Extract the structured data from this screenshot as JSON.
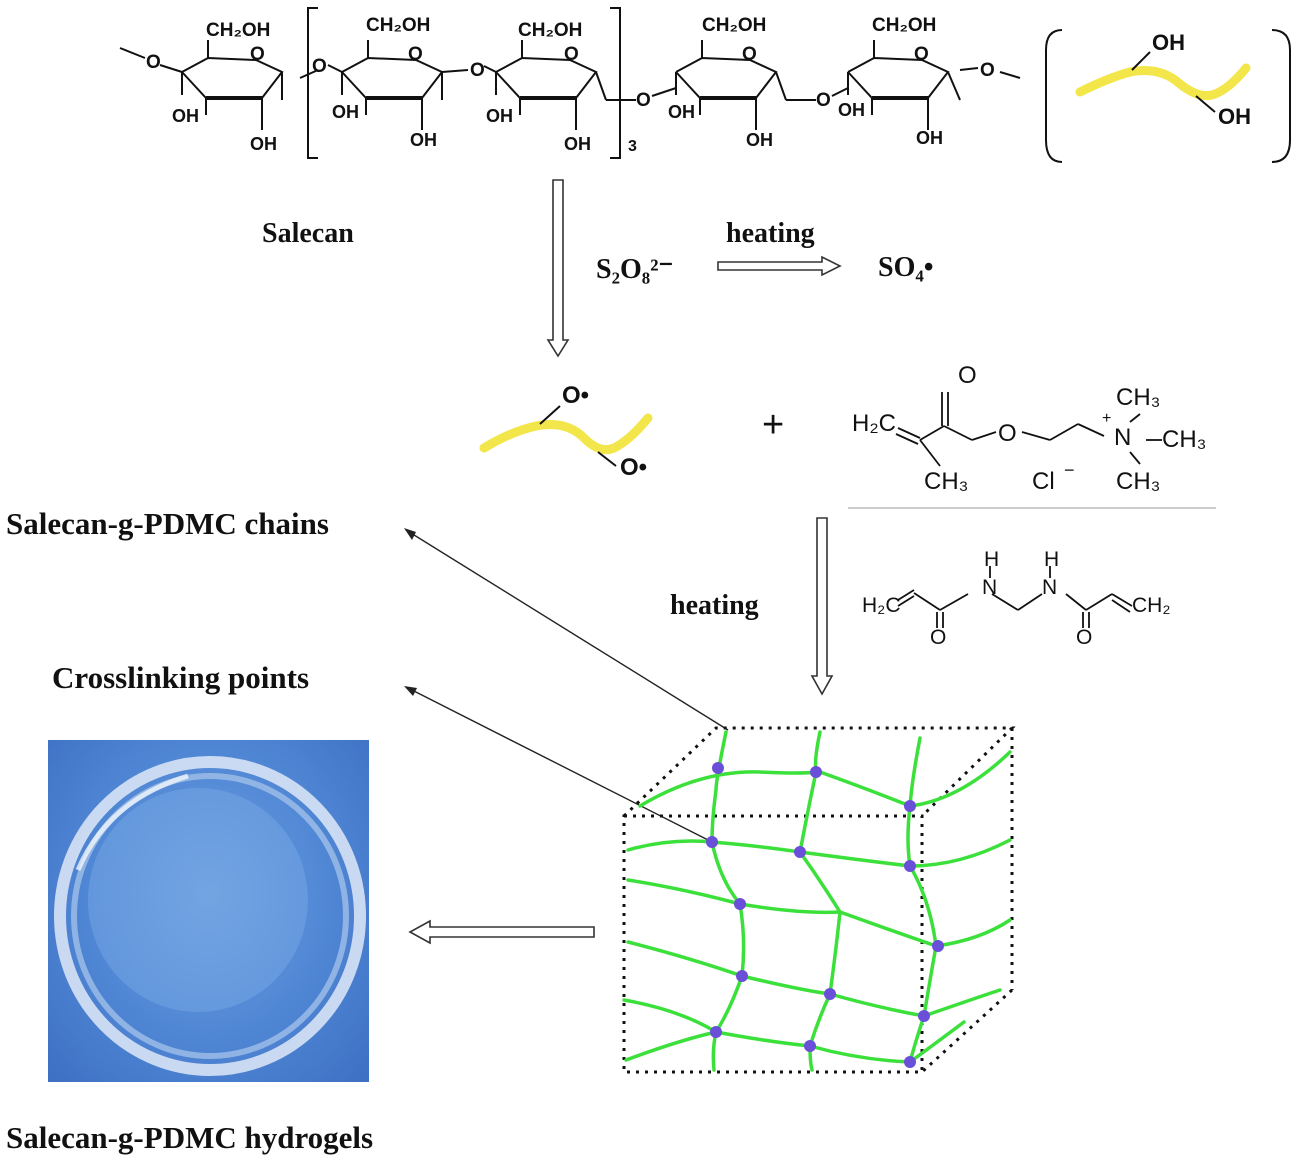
{
  "labels": {
    "salecan": "Salecan",
    "heating_top": "heating",
    "persulfate": "S₂O₈²⁻",
    "sulfate_radical": "SO₄•",
    "plus": "+",
    "grafted_chains": "Salecan-g-PDMC chains",
    "crosslinking_points": "Crosslinking points",
    "heating_middle": "heating",
    "hydrogels": "Salecan-g-PDMC hydrogels"
  },
  "structure_text": {
    "ch2oh": "CH₂OH",
    "oh": "OH",
    "o": "O",
    "repeat_n": "3",
    "radical_o": "O•",
    "h2c": "H₂C",
    "ch3": "CH₃",
    "cl": "Cl",
    "minus": "−",
    "n_plus": "N",
    "plus_charge": "+",
    "nh": "H",
    "n": "N",
    "ch2": "CH₂"
  },
  "colors": {
    "polymer_chain": "#f2e64a",
    "network": "#3be03b",
    "crosslink": "#6a4fd8",
    "hydrogel_photo": "#5a8fd6"
  }
}
